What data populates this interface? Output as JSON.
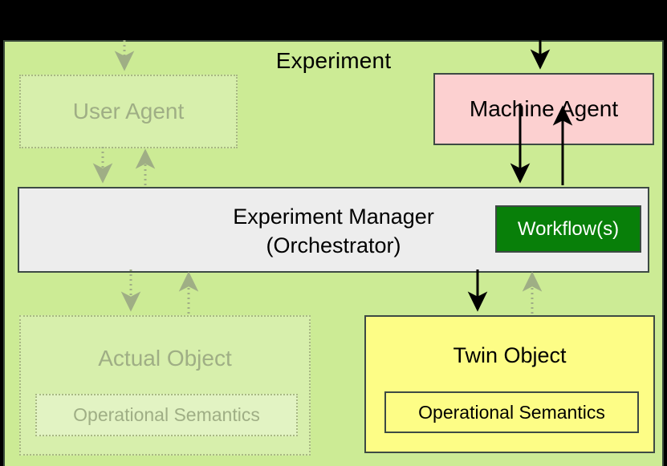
{
  "diagram": {
    "title": "Experiment",
    "background_color": "#000000",
    "container_color": "#cceb95",
    "container_border_color": "#3a4a3a"
  },
  "nodes": {
    "user_agent": {
      "label": "User Agent",
      "state": "faded",
      "border_style": "dotted",
      "text_color": "#9fae85"
    },
    "machine_agent": {
      "label": "Machine Agent",
      "state": "active",
      "fill_color": "#fcd0d0",
      "border_color": "#3d4a44",
      "text_color": "#000000"
    },
    "experiment_manager": {
      "label": "Experiment Manager\n(Orchestrator)",
      "line1": "Experiment Manager",
      "line2": "(Orchestrator)",
      "state": "active",
      "fill_color": "#ededed",
      "border_color": "#3d4a44",
      "text_color": "#000000"
    },
    "workflows": {
      "label": "Workflow(s)",
      "state": "active",
      "fill_color": "#087f09",
      "border_color": "#3d4a44",
      "text_color": "#ffffff"
    },
    "actual_object": {
      "label": "Actual Object",
      "state": "faded",
      "border_style": "dotted",
      "text_color": "#9fae85",
      "child": {
        "label": "Operational Semantics",
        "state": "faded",
        "text_color": "#9fae85"
      }
    },
    "twin_object": {
      "label": "Twin Object",
      "state": "active",
      "fill_color": "#fdfd86",
      "border_color": "#3d4a44",
      "text_color": "#000000",
      "child": {
        "label": "Operational Semantics",
        "state": "active",
        "fill_color": "#fdfd86",
        "border_color": "#3d4a44",
        "text_color": "#000000"
      }
    }
  },
  "edges": [
    {
      "id": "external-to-machine-agent",
      "from": "external",
      "to": "machine_agent",
      "style": "solid",
      "color": "#000000",
      "direction": "down"
    },
    {
      "id": "machine-agent-to-manager",
      "from": "machine_agent",
      "to": "experiment_manager",
      "style": "solid",
      "color": "#000000",
      "direction": "down"
    },
    {
      "id": "manager-to-machine-agent",
      "from": "experiment_manager",
      "to": "machine_agent",
      "style": "solid",
      "color": "#000000",
      "direction": "up"
    },
    {
      "id": "manager-to-twin-object",
      "from": "experiment_manager",
      "to": "twin_object",
      "style": "solid",
      "color": "#000000",
      "direction": "down"
    },
    {
      "id": "twin-object-to-manager",
      "from": "twin_object",
      "to": "experiment_manager",
      "style": "dotted",
      "color": "#9fae85",
      "direction": "up"
    },
    {
      "id": "external-to-user-agent",
      "from": "external",
      "to": "user_agent",
      "style": "dotted",
      "color": "#9fae85",
      "direction": "down"
    },
    {
      "id": "user-agent-to-manager",
      "from": "user_agent",
      "to": "experiment_manager",
      "style": "dotted",
      "color": "#9fae85",
      "direction": "down"
    },
    {
      "id": "manager-to-user-agent",
      "from": "experiment_manager",
      "to": "user_agent",
      "style": "dotted",
      "color": "#9fae85",
      "direction": "up"
    },
    {
      "id": "manager-to-actual-object",
      "from": "experiment_manager",
      "to": "actual_object",
      "style": "dotted",
      "color": "#9fae85",
      "direction": "down"
    },
    {
      "id": "actual-object-to-manager",
      "from": "actual_object",
      "to": "experiment_manager",
      "style": "dotted",
      "color": "#9fae85",
      "direction": "up"
    }
  ]
}
